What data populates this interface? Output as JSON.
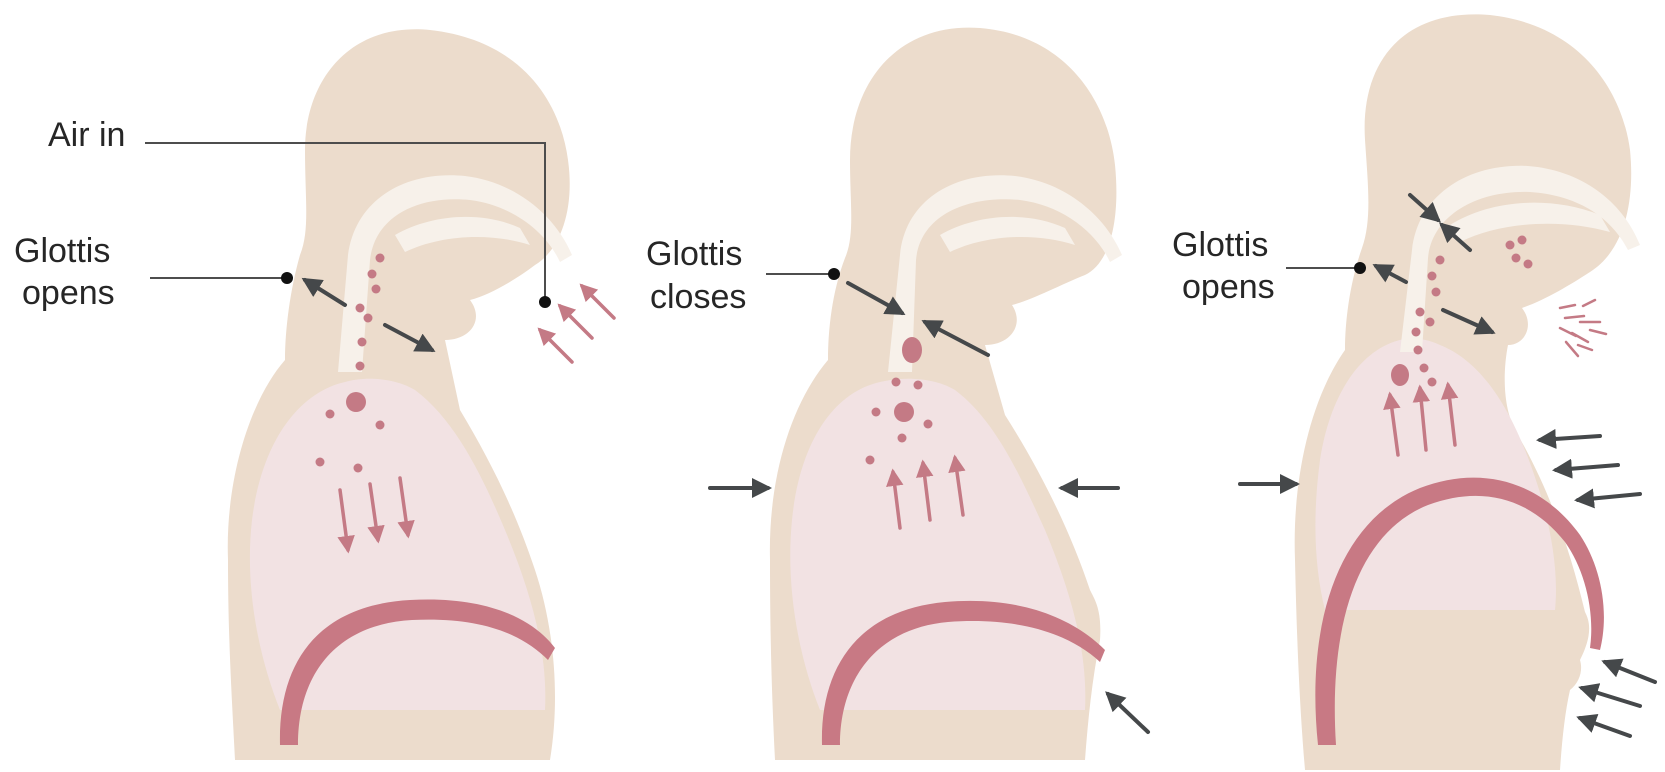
{
  "colors": {
    "body": "#ecdccc",
    "airway": "#f7f1ea",
    "lung": "#f2e2e3",
    "diaphragm": "#c87984",
    "particles": "#c47a85",
    "arrow": "#45484a",
    "text": "#262626"
  },
  "panels": [
    {
      "labels": {
        "air_in": "Air in",
        "glottis_1": "Glottis",
        "glottis_2": "opens"
      }
    },
    {
      "labels": {
        "glottis_1": "Glottis",
        "glottis_2": "closes"
      }
    },
    {
      "labels": {
        "glottis_1": "Glottis",
        "glottis_2": "opens"
      }
    }
  ]
}
